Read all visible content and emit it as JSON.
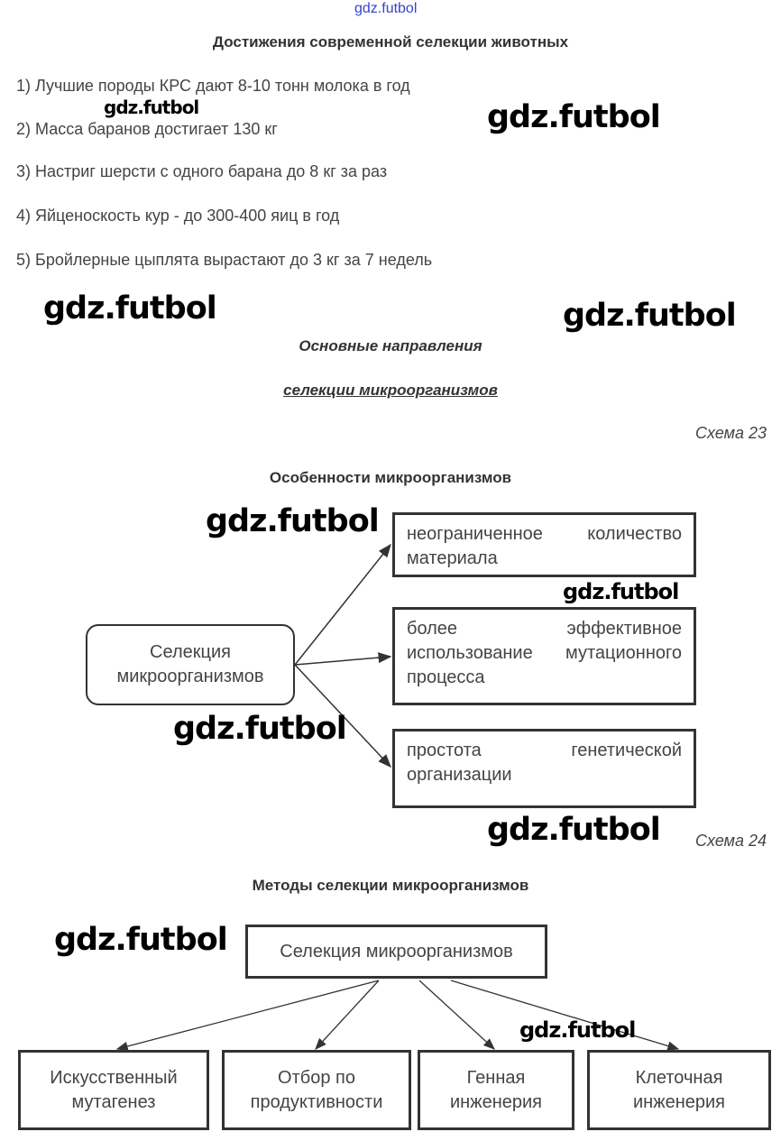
{
  "watermark": "gdz.futbol",
  "section1": {
    "title": "Достижения современной селекции животных",
    "items": [
      "1) Лучшие породы КРС дают 8-10 тонн молока в год",
      "2) Масса баранов достигает 130 кг",
      "3) Настриг шерсти с одного барана до 8 кг за раз",
      "4) Яйценоскость кур - до 300-400 яиц в год",
      "5) Бройлерные цыплята вырастают до 3 кг за 7 недель"
    ]
  },
  "section2": {
    "heading1": "Основные направления",
    "heading2": "селекции микроорганизмов"
  },
  "scheme23": {
    "label": "Схема 23",
    "title": "Особенности микроорганизмов",
    "source": "Селекция микроорганизмов",
    "targets": [
      "неограниченное количество материала",
      "более эффективное использование мутационного процесса",
      "простота генетической организации"
    ]
  },
  "scheme24": {
    "label": "Схема 24",
    "title": "Методы селекции микроорганизмов",
    "root": "Селекция микроорганизмов",
    "children": [
      "Искусственный мутагенез",
      "Отбор по продуктивности",
      "Генная инженерия",
      "Клеточная инженерия"
    ]
  }
}
